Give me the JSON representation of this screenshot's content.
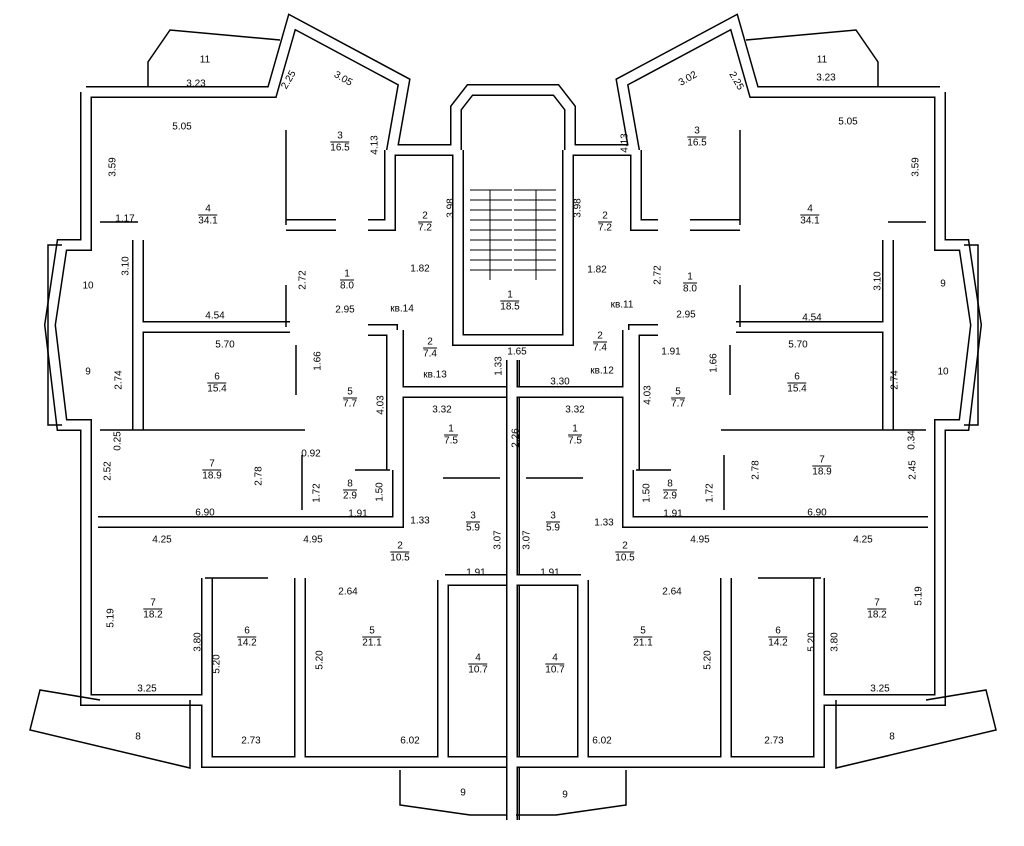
{
  "rooms": [
    {
      "no": "3",
      "area": "16.5"
    },
    {
      "no": "4",
      "area": "34.1"
    },
    {
      "no": "2",
      "area": "7.2"
    },
    {
      "no": "1",
      "area": "8.0"
    },
    {
      "no": "1",
      "area": "18.5"
    },
    {
      "no": "2",
      "area": "7.4"
    },
    {
      "no": "6",
      "area": "15.4"
    },
    {
      "no": "5",
      "area": "7.7"
    },
    {
      "no": "1",
      "area": "7.5"
    },
    {
      "no": "7",
      "area": "18.9"
    },
    {
      "no": "8",
      "area": "2.9"
    },
    {
      "no": "3",
      "area": "5.9"
    },
    {
      "no": "2",
      "area": "10.5"
    },
    {
      "no": "7",
      "area": "18.2"
    },
    {
      "no": "6",
      "area": "14.2"
    },
    {
      "no": "5",
      "area": "21.1"
    },
    {
      "no": "4",
      "area": "10.7"
    },
    {
      "no": "3",
      "area": "16.5"
    },
    {
      "no": "4",
      "area": "34.1"
    },
    {
      "no": "2",
      "area": "7.2"
    },
    {
      "no": "1",
      "area": "8.0"
    },
    {
      "no": "2",
      "area": "7.4"
    },
    {
      "no": "6",
      "area": "15.4"
    },
    {
      "no": "5",
      "area": "7.7"
    },
    {
      "no": "1",
      "area": "7.5"
    },
    {
      "no": "7",
      "area": "18.9"
    },
    {
      "no": "8",
      "area": "2.9"
    },
    {
      "no": "3",
      "area": "5.9"
    },
    {
      "no": "2",
      "area": "10.5"
    },
    {
      "no": "7",
      "area": "18.2"
    },
    {
      "no": "6",
      "area": "14.2"
    },
    {
      "no": "5",
      "area": "21.1"
    },
    {
      "no": "4",
      "area": "10.7"
    }
  ],
  "balconies": [
    "11",
    "11",
    "10",
    "9",
    "9",
    "10",
    "8",
    "8",
    "9",
    "9"
  ],
  "apartments": [
    "кв.14",
    "кв.11",
    "кв.13",
    "кв.12"
  ],
  "dimensions": [
    "3.23",
    "2.25",
    "3.05",
    "5.05",
    "3.59",
    "4.13",
    "1.17",
    "3.10",
    "2.72",
    "2.95",
    "4.54",
    "1.82",
    "3.98",
    "5.70",
    "1.66",
    "2.74",
    "4.03",
    "1.33",
    "1.65",
    "3.32",
    "0.25",
    "2.52",
    "2.78",
    "0.92",
    "1.72",
    "1.50",
    "1.91",
    "6.90",
    "2.26",
    "3.07",
    "1.33",
    "4.25",
    "4.95",
    "1.91",
    "2.64",
    "5.19",
    "3.80",
    "5.20",
    "5.20",
    "3.25",
    "2.73",
    "6.02",
    "3.02",
    "2.25",
    "3.23",
    "5.05",
    "4.13",
    "3.59",
    "3.98",
    "1.82",
    "2.72",
    "3.10",
    "2.95",
    "4.54",
    "3.30",
    "3.32",
    "1.91",
    "1.66",
    "5.70",
    "2.74",
    "4.03",
    "0.34",
    "2.78",
    "2.45",
    "1.50",
    "1.72",
    "1.91",
    "6.90",
    "3.07",
    "1.33",
    "4.95",
    "4.25",
    "1.91",
    "2.64",
    "5.19",
    "5.20",
    "5.20",
    "3.80",
    "3.25",
    "2.73",
    "6.02"
  ]
}
